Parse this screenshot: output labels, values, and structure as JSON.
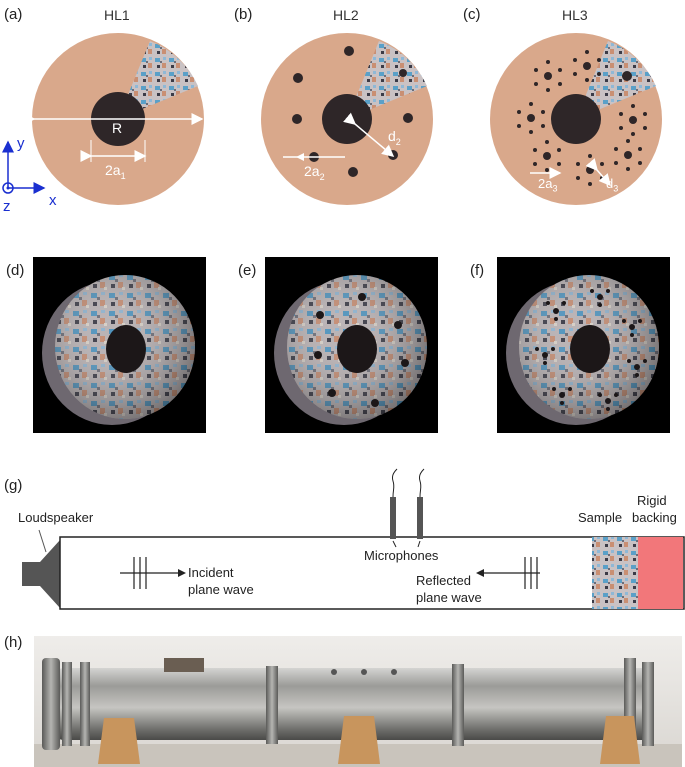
{
  "panels_top": [
    {
      "id": "(a)",
      "title": "HL1"
    },
    {
      "id": "(b)",
      "title": "HL2"
    },
    {
      "id": "(c)",
      "title": "HL3"
    }
  ],
  "panel_a": {
    "radius_label": "R",
    "diameter_label": "2a",
    "diameter_sub": "1"
  },
  "panel_b": {
    "hole_label": "2a",
    "hole_sub": "2",
    "dist_label": "d",
    "dist_sub": "2"
  },
  "panel_c": {
    "hole_label": "2a",
    "hole_sub": "3",
    "dist_label": "d",
    "dist_sub": "3"
  },
  "axes": {
    "y": "y",
    "x": "x",
    "z": "z"
  },
  "photos": [
    {
      "id": "(d)"
    },
    {
      "id": "(e)"
    },
    {
      "id": "(f)"
    }
  ],
  "panel_g": {
    "id": "(g)",
    "loudspeaker": "Loudspeaker",
    "microphones": "Microphones",
    "incident_line1": "Incident",
    "incident_line2": "plane wave",
    "reflected_line1": "Reflected",
    "reflected_line2": "plane wave",
    "sample": "Sample",
    "backing_line1": "Rigid",
    "backing_line2": "backing"
  },
  "panel_h": {
    "id": "(h)"
  },
  "colors": {
    "disk": "#d9a88b",
    "hole": "#2e2628",
    "backing": "#f2777a",
    "axis": "#1a2fd0",
    "tube_stroke": "#222222"
  }
}
